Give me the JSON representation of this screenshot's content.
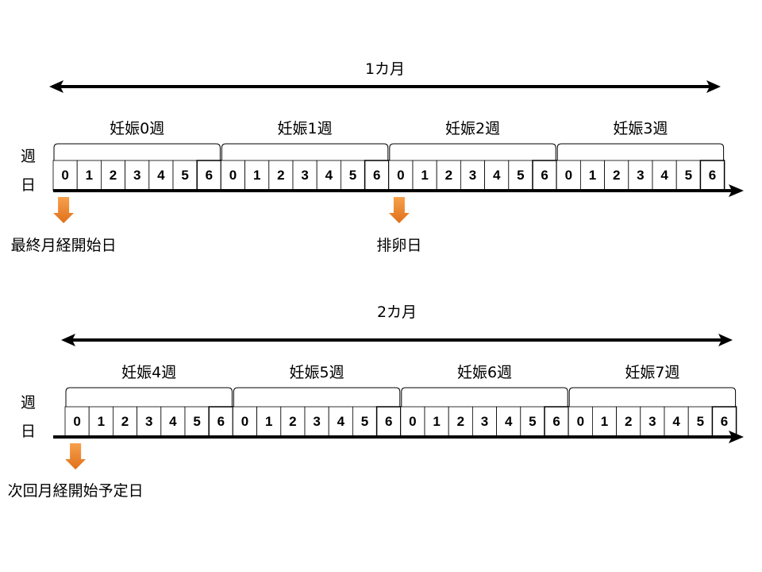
{
  "rows": [
    {
      "title": "1カ月",
      "axis_labels": [
        "週",
        "日"
      ],
      "weeks": [
        "妊娠0週",
        "妊娠1週",
        "妊娠2週",
        "妊娠3週"
      ],
      "days": [
        "0",
        "1",
        "2",
        "3",
        "4",
        "5",
        "6"
      ],
      "markers": [
        {
          "label": "最終月経開始日",
          "week_index": 0,
          "day": 0
        },
        {
          "label": "排卵日",
          "week_index": 2,
          "day": 0
        }
      ]
    },
    {
      "title": "2カ月",
      "axis_labels": [
        "週",
        "日"
      ],
      "weeks": [
        "妊娠4週",
        "妊娠5週",
        "妊娠6週",
        "妊娠7週"
      ],
      "days": [
        "0",
        "1",
        "2",
        "3",
        "4",
        "5",
        "6"
      ],
      "markers": [
        {
          "label": "次回月経開始予定日",
          "week_index": 0,
          "day": 0
        }
      ]
    }
  ],
  "colors": {
    "marker_arrow": "#ED7D31",
    "line": "#000000"
  }
}
